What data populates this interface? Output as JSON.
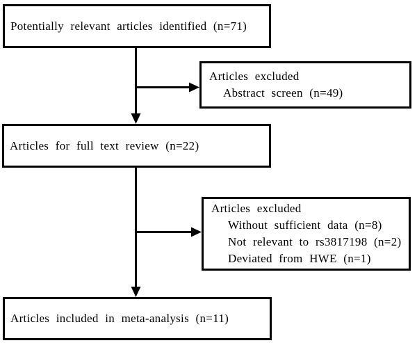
{
  "colors": {
    "line": "#000000",
    "text": "#000000",
    "box_background": "#ffffff",
    "page_background": "#ffffff"
  },
  "flowchart": {
    "identified": {
      "text": "Potentially relevant articles identified (n=71)"
    },
    "excluded_abstract": {
      "title": "Articles excluded",
      "items": [
        "Abstract screen (n=49)"
      ]
    },
    "full_text": {
      "text": "Articles for full text review (n=22)"
    },
    "excluded_full_text": {
      "title": "Articles excluded",
      "items": [
        "Without sufficient data (n=8)",
        "Not relevant to rs3817198 (n=2)",
        "Deviated from HWE (n=1)"
      ]
    },
    "included": {
      "text": "Articles included in meta-analysis (n=11)"
    }
  }
}
